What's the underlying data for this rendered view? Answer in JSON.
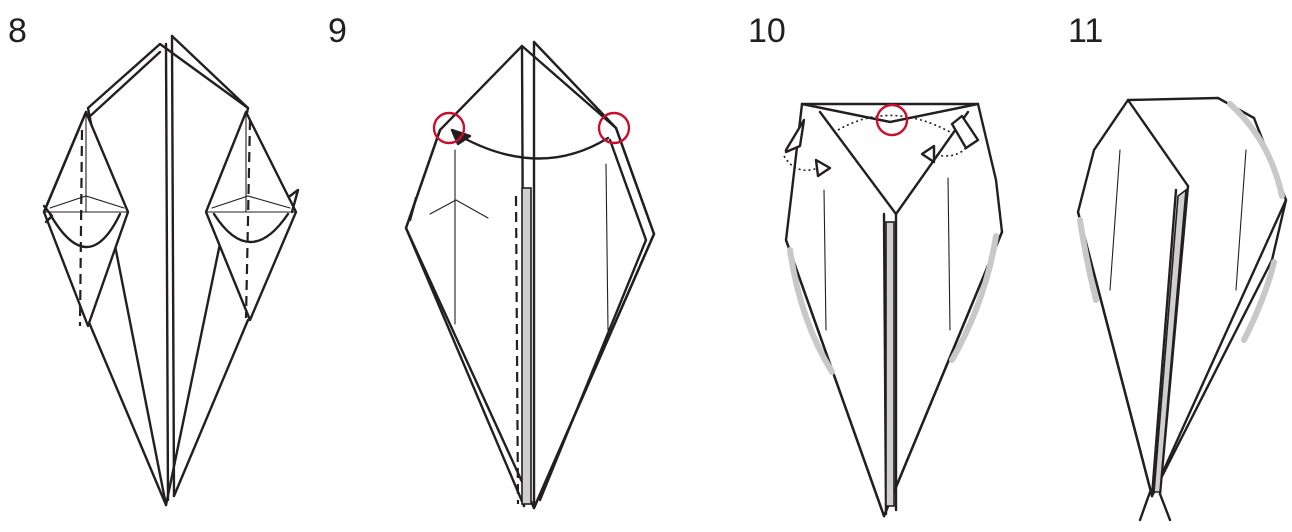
{
  "steps": [
    {
      "number": "8"
    },
    {
      "number": "9"
    },
    {
      "number": "10"
    },
    {
      "number": "11"
    }
  ],
  "colors": {
    "line": "#231f20",
    "reference_circle": "#c8102e",
    "shading": "#c8c8c8",
    "background": "#ffffff"
  }
}
